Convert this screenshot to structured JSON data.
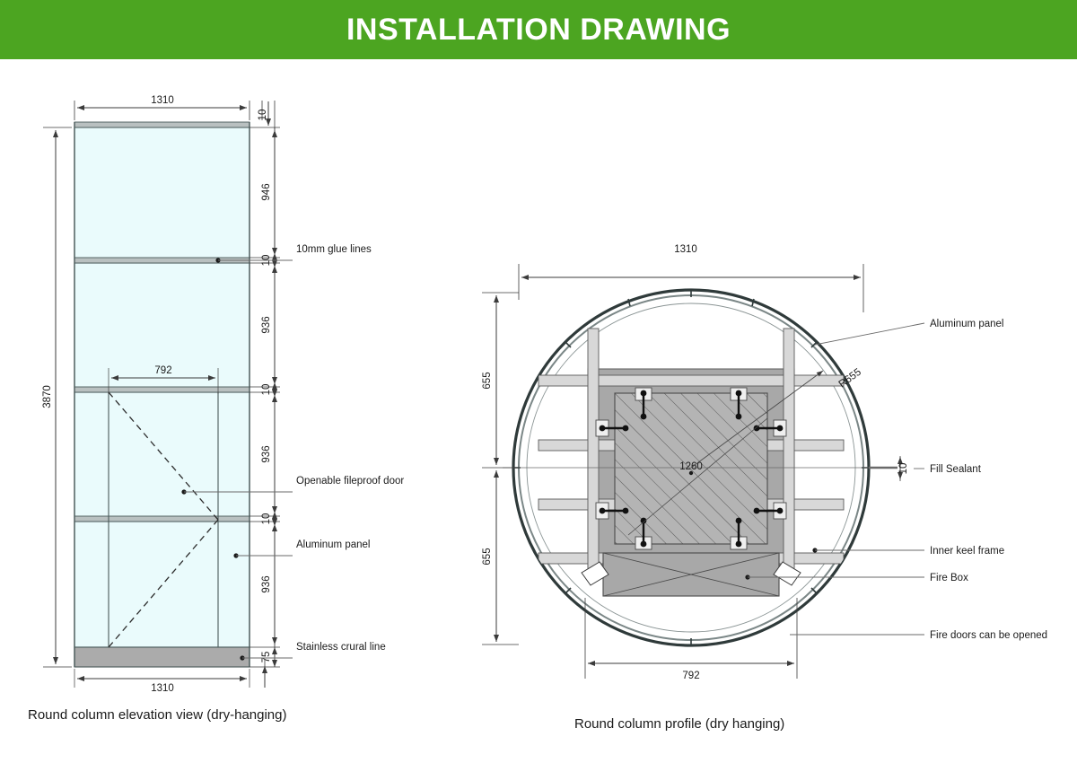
{
  "header": {
    "title": "INSTALLATION DRAWING",
    "bg_color": "#4CA521",
    "text_color": "#FFFFFF"
  },
  "colors": {
    "panel_fill": "#EAFBFC",
    "frame_stroke": "#4a5a5a",
    "keel_fill": "#A8A8A8",
    "hatch_fill": "#B4B4B4",
    "base_fill": "#ABABAB",
    "dim_line": "#3b3b3b"
  },
  "elevation": {
    "caption": "Round column elevation view (dry-hanging)",
    "width_top": "1310",
    "width_bottom": "1310",
    "total_height": "3870",
    "door_width": "792",
    "segments": [
      "946",
      "10",
      "936",
      "10",
      "936",
      "10",
      "936",
      "75"
    ],
    "edge_thickness": "10",
    "annotations": [
      {
        "id": "glue-lines",
        "text": "10mm glue lines"
      },
      {
        "id": "fireproof-door",
        "text": "Openable fileproof door"
      },
      {
        "id": "aluminum-panel",
        "text": "Aluminum panel"
      },
      {
        "id": "crural-line",
        "text": "Stainless  crural line"
      }
    ]
  },
  "profile": {
    "caption": "Round column profile (dry hanging)",
    "width": "1310",
    "radius": "R655",
    "inner_square": "1260",
    "half_height_top": "655",
    "half_height_bottom": "655",
    "fill_gap": "10",
    "bottom_width": "792",
    "annotations": [
      {
        "id": "aluminum-panel",
        "text": "Aluminum panel"
      },
      {
        "id": "fill-sealant",
        "text": "Fill Sealant"
      },
      {
        "id": "inner-keel-frame",
        "text": "Inner keel frame"
      },
      {
        "id": "fire-box",
        "text": "Fire Box"
      },
      {
        "id": "fire-doors",
        "text": "Fire doors can be opened"
      }
    ]
  }
}
